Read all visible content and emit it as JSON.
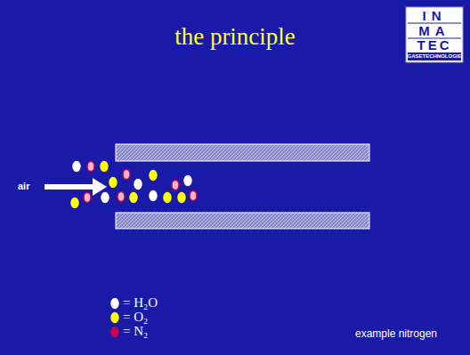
{
  "diagram": {
    "title": "the principle",
    "labels": [
      "IN",
      "MA",
      "TEC",
      "GASETECHNOLOGIE",
      "air",
      "example nitrogen"
    ],
    "legend": [
      {
        "text": "= H₂O",
        "color": "#ffffff"
      },
      {
        "text": "= O₂",
        "color": "#ffff00"
      },
      {
        "text": "= N₂",
        "color": "#c8004a"
      }
    ]
  }
}
